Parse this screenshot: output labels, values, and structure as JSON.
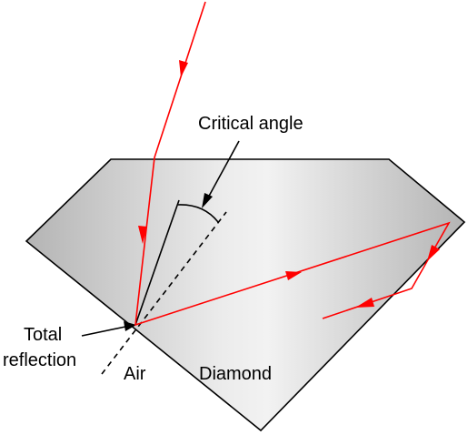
{
  "labels": {
    "critical_angle": "Critical angle",
    "total_line1": "Total",
    "total_line2": "reflection",
    "air": "Air",
    "diamond": "Diamond"
  },
  "colors": {
    "ray": "#ff0000",
    "outline": "#000000",
    "diamond_fill_dark": "#b8b8b8",
    "diamond_fill_light": "#f0f0f0",
    "background": "#ffffff"
  }
}
